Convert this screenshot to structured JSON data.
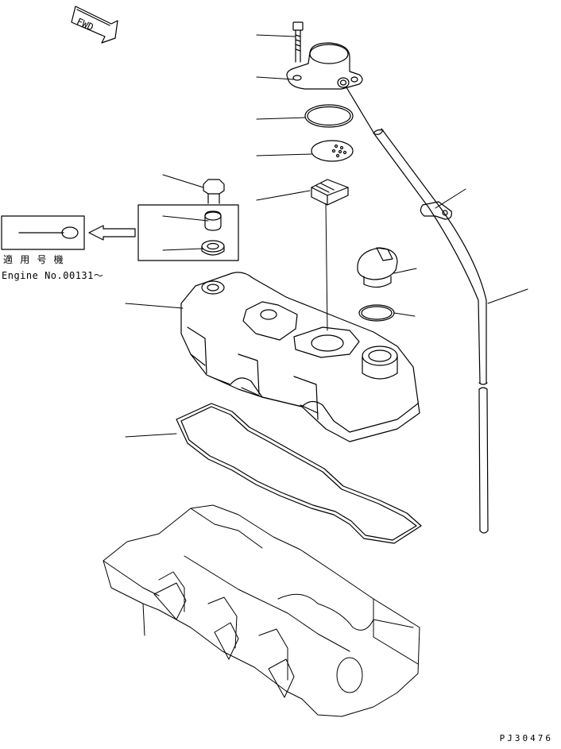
{
  "fwd": {
    "label": "FWD"
  },
  "inset": {
    "applicable_label": "適 用 号 機",
    "engine_serial": "Engine No.00131～"
  },
  "drawing_code": "PJ30476",
  "colors": {
    "line": "#000000",
    "background": "#ffffff"
  }
}
